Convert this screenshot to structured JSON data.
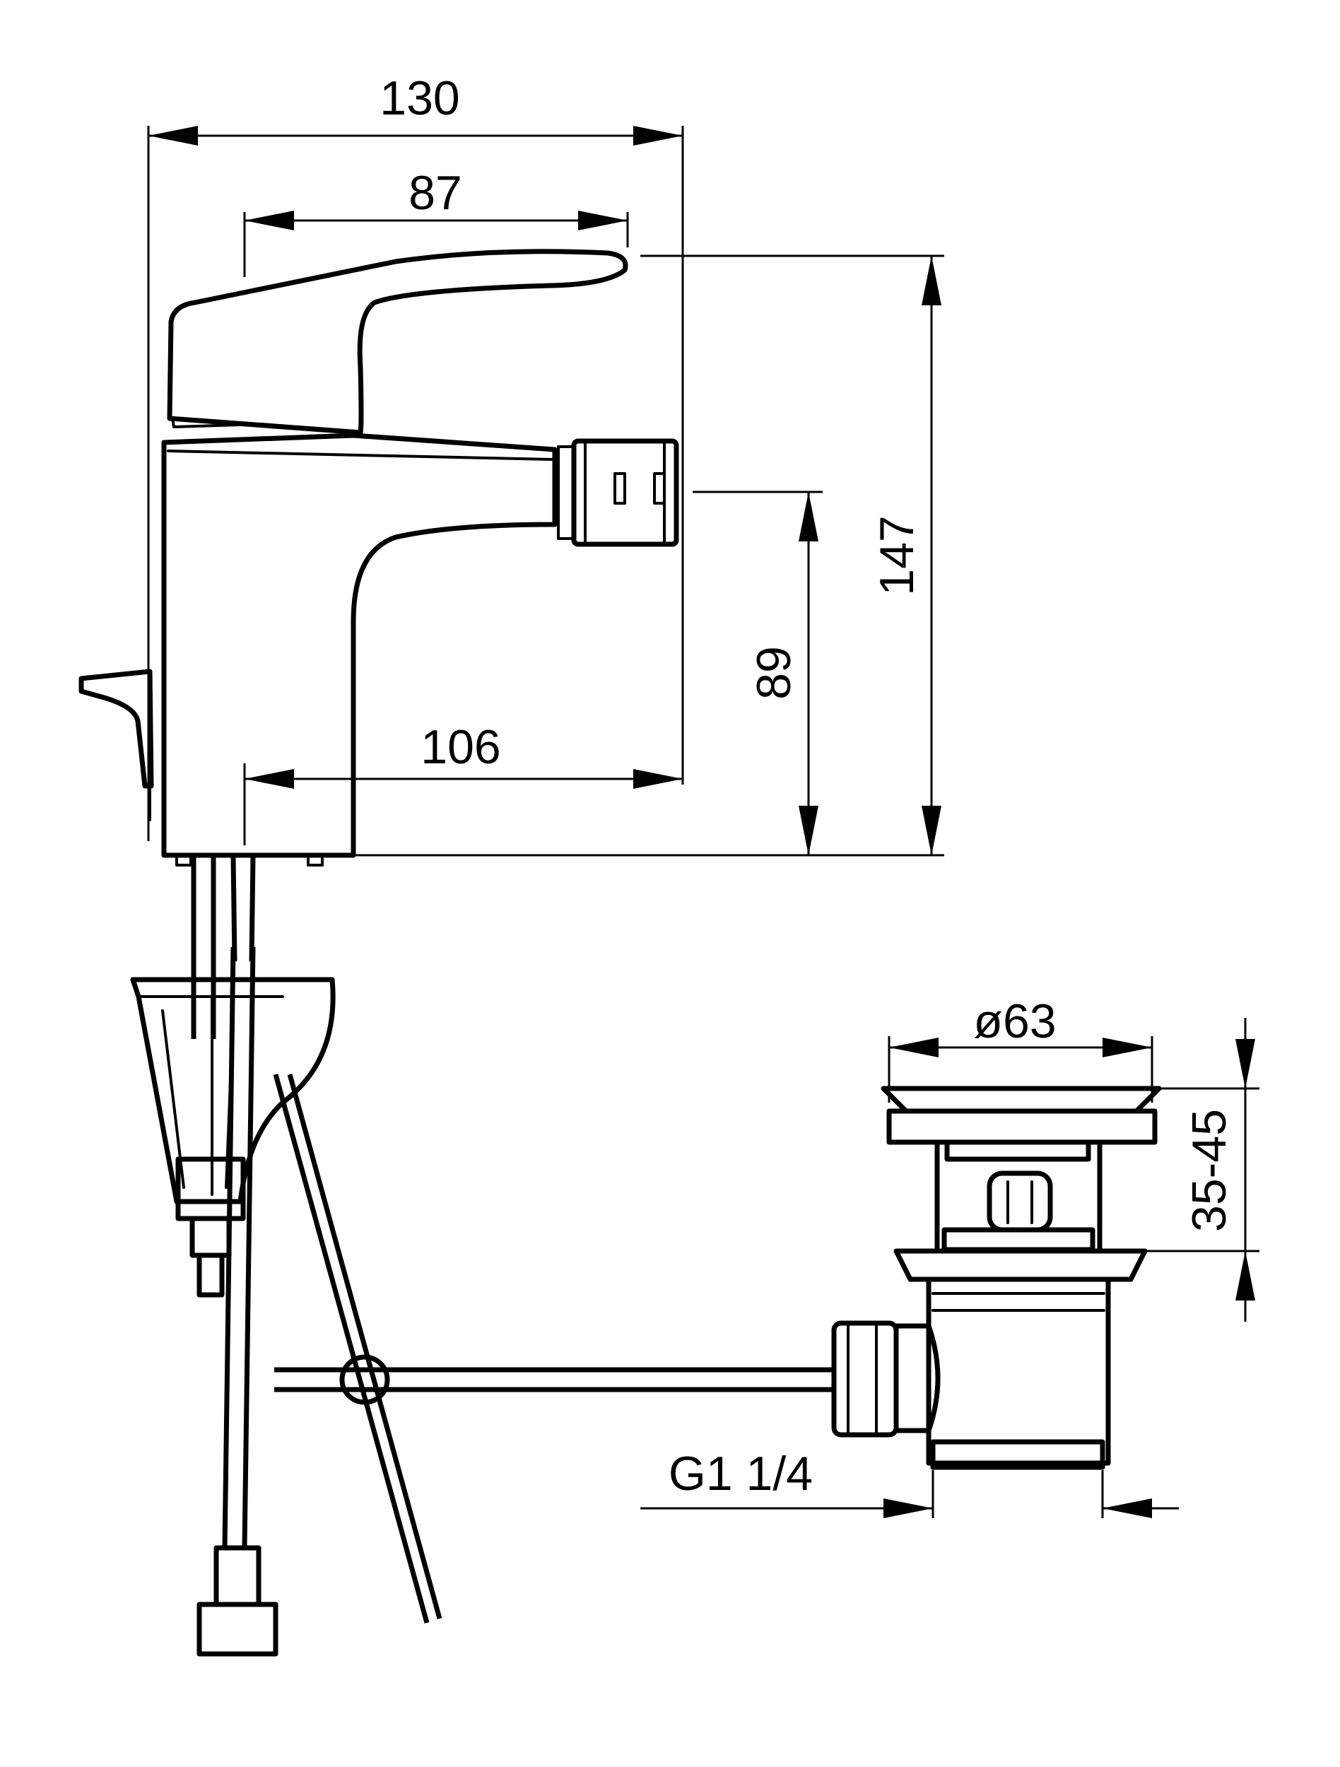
{
  "drawing": {
    "type": "technical-drawing",
    "subject": "bidet mixer with pop-up waste",
    "line_color": "#000000",
    "background_color": "#ffffff"
  },
  "dimensions": {
    "overall_width": "130",
    "lever_span": "87",
    "spout_reach": "106",
    "spout_height": "89",
    "overall_height": "147",
    "waste_diameter": "ø63",
    "waste_range": "35-45",
    "waste_thread": "G1 1/4"
  }
}
